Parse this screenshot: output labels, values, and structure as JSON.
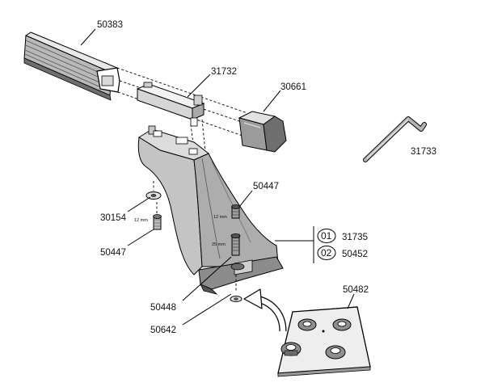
{
  "labels": {
    "bar": "50383",
    "bar_adapter": "31732",
    "end_cap": "30661",
    "hex_key": "31733",
    "washer": "30154",
    "screw_small_label": "12 mm",
    "screw_left": "50447",
    "screw_right": "50447",
    "screw_right_size": "12 mm",
    "screw_long_size": "25 mm",
    "foot_ref_1": "31735",
    "foot_ref_2": "50452",
    "foot_circle_1": "01",
    "foot_circle_2": "02",
    "screw_long": "50448",
    "nut_washer": "50642",
    "pad_plate": "50482"
  }
}
